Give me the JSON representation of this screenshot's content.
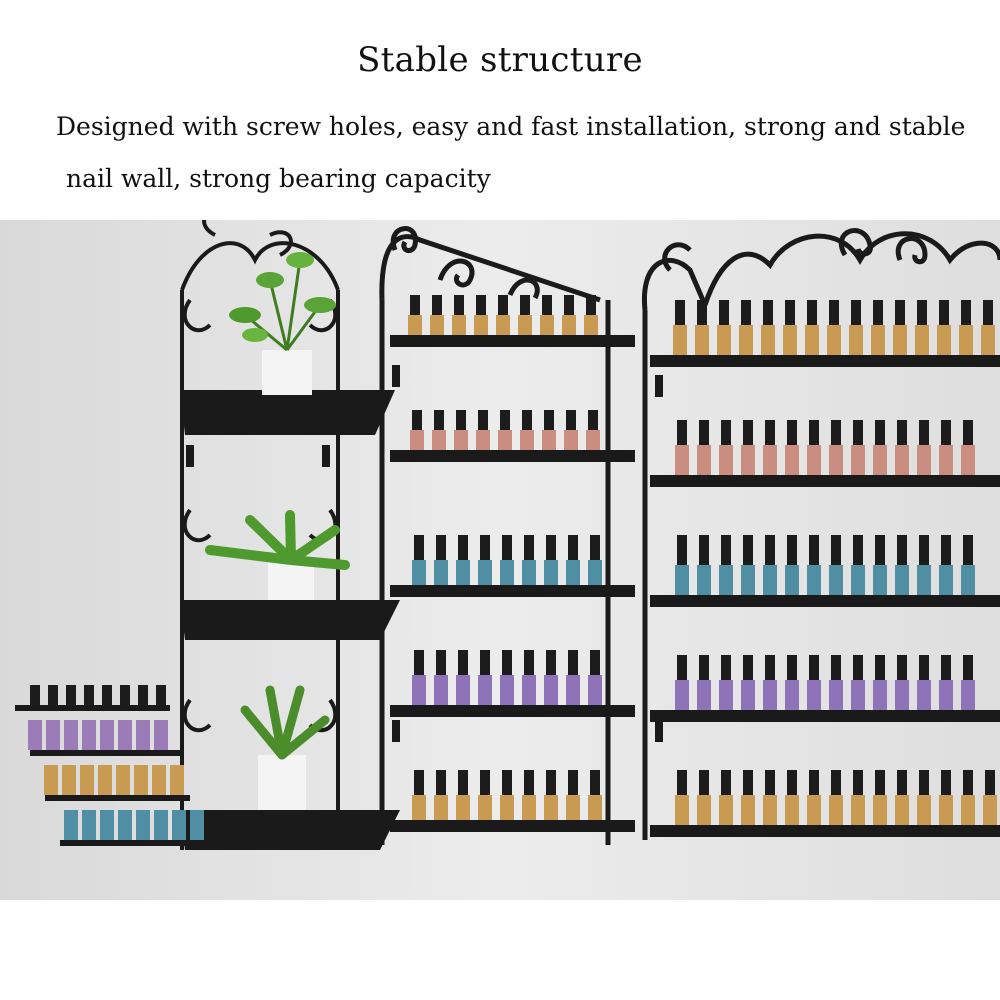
{
  "headline": "Stable structure",
  "description": {
    "line1": "Designed with screw holes, easy and fast installation, strong and stable",
    "line2": "nail wall, strong bearing capacity"
  },
  "photo": {
    "subject": "black metal wall-mounted nail polish racks with decorative scroll tops",
    "colors": {
      "wall": "#e6e6e6",
      "metal": "#1a1a1a",
      "polish_rows": [
        "#c98e80",
        "#c98e80",
        "#4f8ea3",
        "#8e73b8",
        "#c99a52"
      ],
      "plant": "#4f9a2e"
    }
  }
}
